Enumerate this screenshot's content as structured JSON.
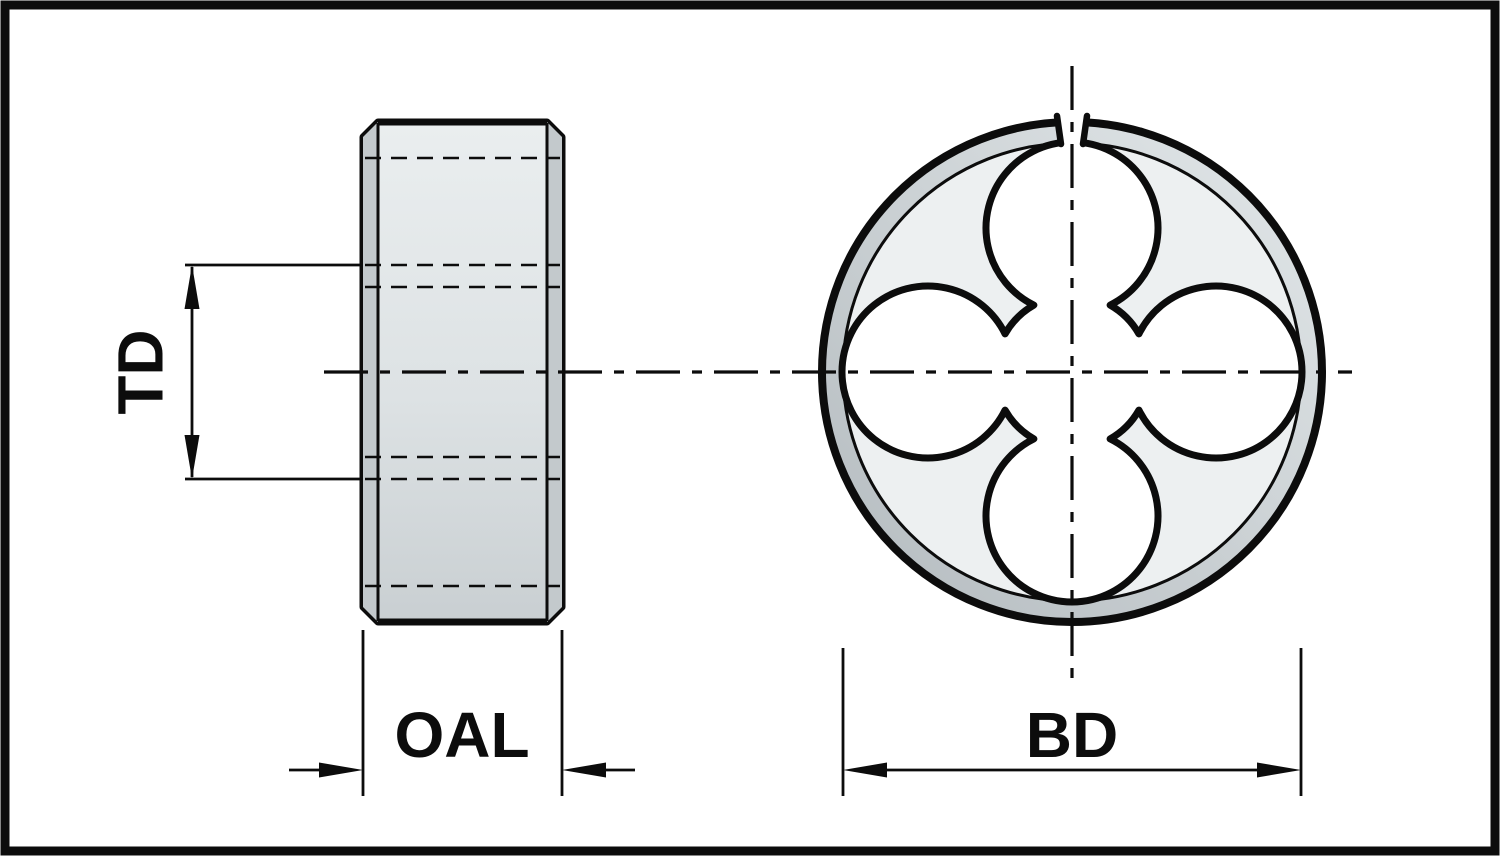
{
  "drawing": {
    "labels": {
      "td": "TD",
      "oal": "OAL",
      "bd": "BD"
    },
    "colors": {
      "line": "#0c0c0c",
      "background": "#ffffff",
      "body_light": "#eaeeef",
      "body_mid": "#dde2e4",
      "body_dark": "#c9cfd2",
      "edge_strip": "#c3c9cc",
      "ring_dark": "#b3babe",
      "ring_light": "#e3e8ea",
      "face": "#edf0f1",
      "hole": "#ffffff"
    }
  }
}
